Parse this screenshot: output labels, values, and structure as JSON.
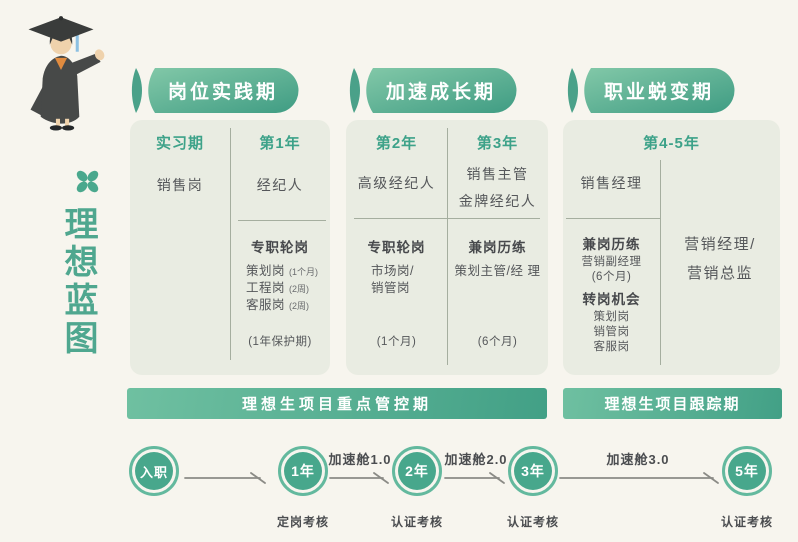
{
  "colors": {
    "background": "#f7f5ee",
    "card_background": "#e9ece2",
    "teal_accent": "#47a58b",
    "pill_gradient_start": "#82c8a8",
    "pill_gradient_end": "#3f9c83",
    "green_text": "#3da289",
    "dark_text": "#4b4d50"
  },
  "sidebar": {
    "vertical_title": "理想蓝图"
  },
  "phases": [
    {
      "header": "岗位实践期",
      "left": {
        "year": "实习期",
        "role": "销售岗"
      },
      "right": {
        "year": "第1年",
        "role": "经纪人",
        "section_title": "专职轮岗",
        "items": [
          {
            "name": "策划岗",
            "duration": "(1个月)"
          },
          {
            "name": "工程岗",
            "duration": "(2周)"
          },
          {
            "name": "客服岗",
            "duration": "(2周)"
          }
        ],
        "note": "(1年保护期)"
      }
    },
    {
      "header": "加速成长期",
      "left": {
        "year": "第2年",
        "role": "高级经纪人",
        "section_title": "专职轮岗",
        "lines": [
          "市场岗/",
          "销管岗"
        ],
        "note": "(1个月)"
      },
      "right": {
        "year": "第3年",
        "roles": [
          "销售主管",
          "金牌经纪人"
        ],
        "section_title": "兼岗历练",
        "lines": [
          "策划主管/经 理"
        ],
        "note": "(6个月)"
      }
    },
    {
      "header": "职业蜕变期",
      "year": "第4-5年",
      "left": {
        "role": "销售经理",
        "section1_title": "兼岗历练",
        "section1_lines": [
          "营销副经理",
          "(6个月)"
        ],
        "section2_title": "转岗机会",
        "section2_lines": [
          "策划岗",
          "销管岗",
          "客服岗"
        ]
      },
      "right": {
        "role_lines": [
          "营销经理/",
          "营销总监"
        ]
      }
    }
  ],
  "banners": [
    {
      "label": "理想生项目重点管控期"
    },
    {
      "label": "理想生项目跟踪期"
    }
  ],
  "timeline": {
    "nodes": [
      {
        "label": "入职",
        "sublabel": ""
      },
      {
        "label": "1年",
        "sublabel": "定岗考核"
      },
      {
        "label": "2年",
        "sublabel": "认证考核"
      },
      {
        "label": "3年",
        "sublabel": "认证考核"
      },
      {
        "label": "5年",
        "sublabel": "认证考核"
      }
    ],
    "arrow_labels": [
      "加速舱1.0",
      "加速舱2.0",
      "加速舱3.0"
    ]
  }
}
